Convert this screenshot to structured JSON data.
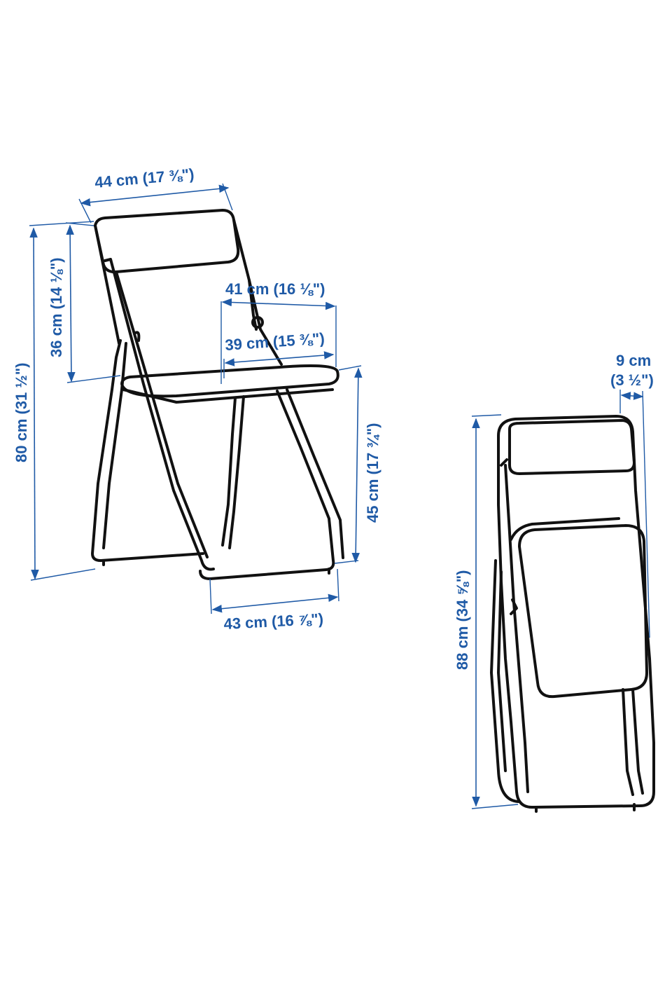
{
  "colors": {
    "dimension": "#1f5aa6",
    "outline": "#111111",
    "background": "#ffffff"
  },
  "dimensions": {
    "width": "44 cm (17 ⅜\")",
    "seat_depth": "41 cm (16 ⅛\")",
    "seat_width": "39 cm (15 ⅜\")",
    "backrest_height": "36 cm (14 ⅛\")",
    "total_height": "80 cm (31 ½\")",
    "seat_height": "45 cm (17 ¾\")",
    "depth": "43 cm (16 ⅞\")",
    "folded_thickness_cm": "9 cm",
    "folded_thickness_in": "(3 ½\")",
    "folded_height": "88 cm (34 ⅝\")"
  }
}
